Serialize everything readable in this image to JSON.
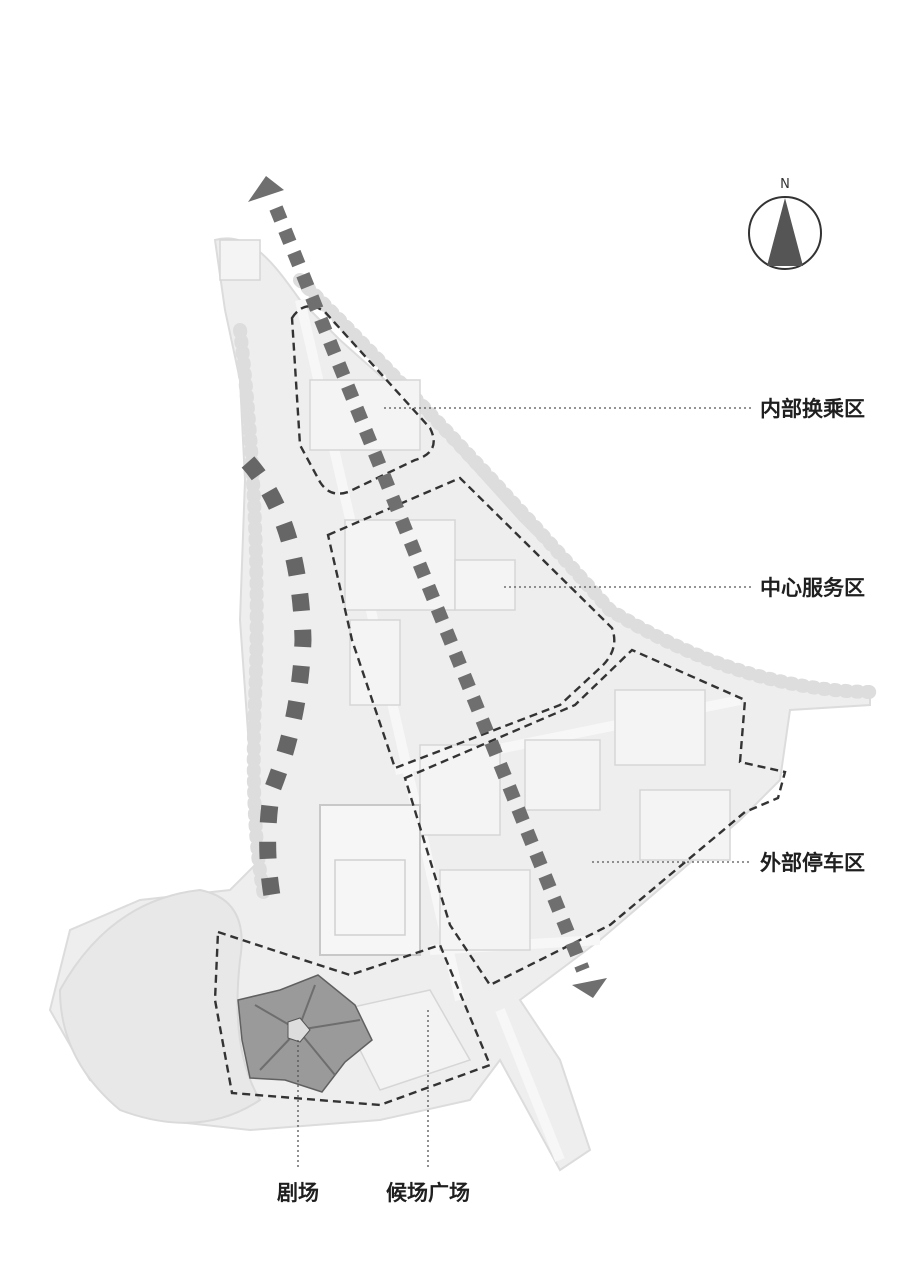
{
  "compass": {
    "letter": "N"
  },
  "zones": {
    "interior_transfer": "内部换乘区",
    "central_service": "中心服务区",
    "external_parking": "外部停车区",
    "theater": "剧场",
    "waiting_plaza": "候场广场"
  },
  "colors": {
    "arrow": "#6f6f6f",
    "zone_outline": "#333333",
    "leader_line": "#555555",
    "base_map": "#e6e6e6",
    "theater_roof": "#7a7a7a"
  }
}
